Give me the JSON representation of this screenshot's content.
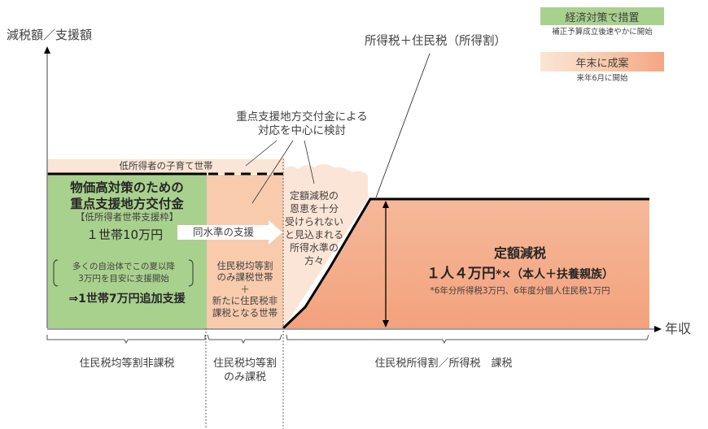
{
  "axes": {
    "y_label": "減税額／支援額",
    "x_label": "年収"
  },
  "legend": [
    {
      "title": "経済対策で措置",
      "subtitle": "補正予算成立後速やかに開始",
      "color": "#a9d18e"
    },
    {
      "title": "年末に成案",
      "subtitle": "来年6月に開始",
      "color_from": "#fbe0d0",
      "color_to": "#f4b183"
    }
  ],
  "callouts": {
    "tax_curve_label": "所得税＋住民税（所得割）",
    "review_note_line1": "重点支援地方交付金による",
    "review_note_line2": "対応を中心に検討"
  },
  "band": {
    "low_income_childrearing": "低所得者の子育て世帯"
  },
  "green_block": {
    "title_line1": "物価高対策のための",
    "title_line2": "重点支援地方交付金",
    "subtitle": "【低所得者世帯支援枠】",
    "amount": "１世帯10万円",
    "note_line1": "多くの自治体でこの夏以降",
    "note_line2": "3万円を目安に支援開始",
    "additional": "⇒1世帯7万円追加支援"
  },
  "arrow_label": "同水準の支援",
  "middle_block": {
    "line1": "住民税均等割",
    "line2": "のみ課税世帯",
    "line3": "＋",
    "line4": "新たに住民税非",
    "line5": "課税となる世帯"
  },
  "gap_block": {
    "line1": "定額減税の",
    "line2": "恩恵を十分",
    "line3": "受けられない",
    "line4": "と見込まれる",
    "line5": "所得水準の",
    "line6": "方々"
  },
  "main_block": {
    "title": "定額減税",
    "amount": "１人４万円",
    "formula": "*×（本人＋扶養親族）",
    "footnote": "*6年分所得税3万円、6年度分個人住民税1万円"
  },
  "categories": [
    {
      "label": "住民税均等割非課税"
    },
    {
      "label_line1": "住民税均等割",
      "label_line2": "のみ課税"
    },
    {
      "label": "住民税所得割／所得税　課税"
    }
  ],
  "colors": {
    "green": "#a9d18e",
    "peach_light": "#fbe5d6",
    "peach_mid": "#f8cbad",
    "salmon": "#f4b183",
    "axis": "#808080",
    "line": "#000000"
  }
}
